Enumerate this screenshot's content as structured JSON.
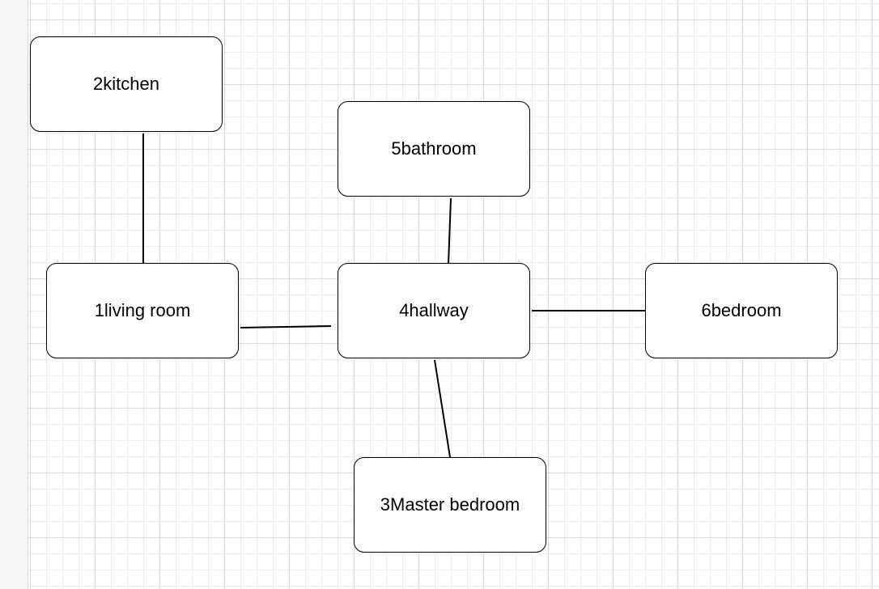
{
  "diagram": {
    "nodes": [
      {
        "id": "kitchen",
        "label": "2kitchen"
      },
      {
        "id": "living",
        "label": "1living room"
      },
      {
        "id": "bathroom",
        "label": "5bathroom"
      },
      {
        "id": "hallway",
        "label": "4hallway"
      },
      {
        "id": "bedroom",
        "label": "6bedroom"
      },
      {
        "id": "master",
        "label": "3Master bedroom"
      }
    ],
    "edges": [
      {
        "from": "kitchen",
        "to": "living"
      },
      {
        "from": "living",
        "to": "hallway"
      },
      {
        "from": "bathroom",
        "to": "hallway"
      },
      {
        "from": "hallway",
        "to": "bedroom"
      },
      {
        "from": "hallway",
        "to": "master"
      }
    ],
    "colors": {
      "stroke": "#000000",
      "node_fill": "#ffffff",
      "grid": "#d9d9d9"
    }
  }
}
